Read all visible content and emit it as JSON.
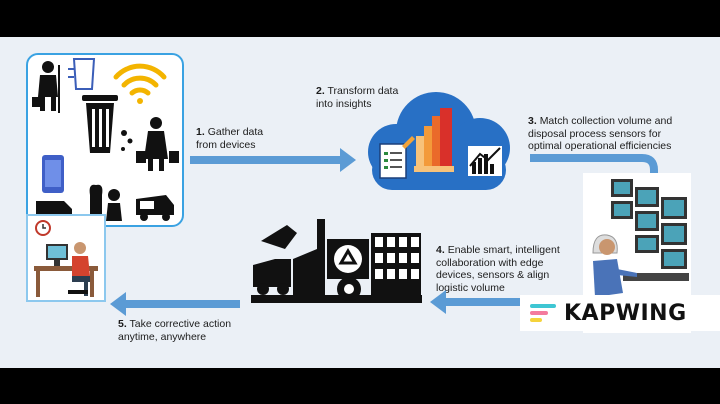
{
  "steps": [
    {
      "num": "1.",
      "line1": "Gather data",
      "line2": "from devices"
    },
    {
      "num": "2.",
      "line1": "Transform data",
      "line2": "into insights"
    },
    {
      "num": "3.",
      "line1": "Match collection volume and",
      "line2": "disposal process sensors for",
      "line3": "optimal operational efficiencies"
    },
    {
      "num": "4.",
      "line1": "Enable smart, intelligent",
      "line2": "collaboration with edge",
      "line3": "devices, sensors & align",
      "line4": "logistic volume"
    },
    {
      "num": "5.",
      "line1": "Take corrective action",
      "line2": "anytime, anywhere"
    }
  ],
  "watermark": {
    "text": "KAPWING"
  },
  "colors": {
    "arrow": "#5b9bd5",
    "cloud": "#2870c5",
    "frame": "#3aa2e2",
    "background": "#ebf0f6",
    "wifi": "#f3b400",
    "phone": "#3f5fc7"
  },
  "icons": [
    "cleaning-person-icon",
    "drink-cup-icon",
    "wifi-icon",
    "trash-bin-icon",
    "phone-icon",
    "delivery-van-icon",
    "garbage-bag-icon",
    "garbage-truck-icon",
    "cloud-icon",
    "document-icon",
    "bar-chart-icon",
    "trend-chart-icon",
    "monitor-wall-icon",
    "operator-icon",
    "factory-icon",
    "recycle-icon",
    "desk-worker-icon",
    "clock-icon"
  ]
}
